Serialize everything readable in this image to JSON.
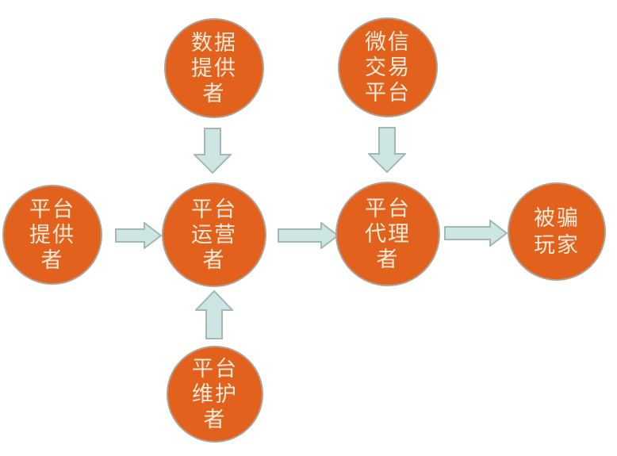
{
  "diagram": {
    "title": "scam-platform-roles-flow",
    "background_color": "#FFFFFF",
    "node_fill_color": "#E2621D",
    "node_border_color": "#AFA193",
    "node_text_color": "#F2E9D9",
    "arrow_fill_color": "#CDE6E3",
    "arrow_border_color": "#A3B8B6",
    "nodes": [
      {
        "id": "data-provider",
        "label": "数据提供者",
        "lines": [
          "数据",
          "提供",
          "者"
        ]
      },
      {
        "id": "wechat-trade-platform",
        "label": "微信交易平台",
        "lines": [
          "微信",
          "交易",
          "平台"
        ]
      },
      {
        "id": "platform-provider",
        "label": "平台提供者",
        "lines": [
          "平台",
          "提供",
          "者"
        ]
      },
      {
        "id": "platform-operator",
        "label": "平台运营者",
        "lines": [
          "平台",
          "运营",
          "者"
        ]
      },
      {
        "id": "platform-agent",
        "label": "平台代理者",
        "lines": [
          "平台",
          "代理",
          "者"
        ]
      },
      {
        "id": "scammed-players",
        "label": "被骗玩家",
        "lines": [
          "被骗",
          "玩家"
        ]
      },
      {
        "id": "platform-maintainer",
        "label": "平台维护者",
        "lines": [
          "平台",
          "维护",
          "者"
        ]
      }
    ],
    "edges": [
      {
        "from": "数据提供者",
        "to": "平台运营者",
        "direction": "down"
      },
      {
        "from": "微信交易平台",
        "to": "平台代理者",
        "direction": "down"
      },
      {
        "from": "平台提供者",
        "to": "平台运营者",
        "direction": "right"
      },
      {
        "from": "平台运营者",
        "to": "平台代理者",
        "direction": "right"
      },
      {
        "from": "平台代理者",
        "to": "被骗玩家",
        "direction": "right"
      },
      {
        "from": "平台维护者",
        "to": "平台运营者",
        "direction": "up"
      }
    ]
  }
}
